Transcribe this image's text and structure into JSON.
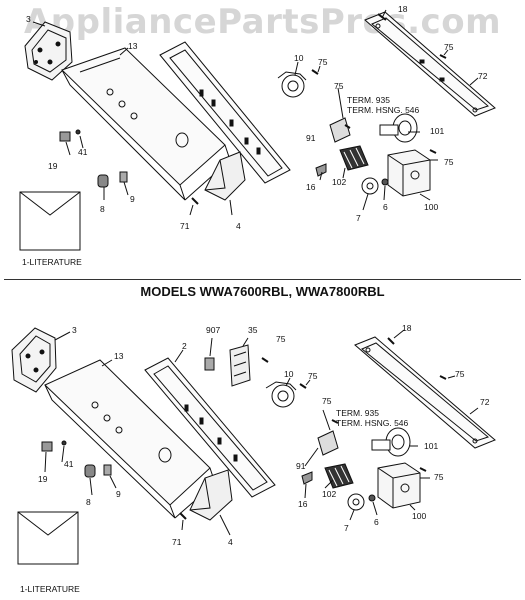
{
  "watermark": "AppliancePartsPros.com",
  "models_heading": "MODELS WWA7600RBL, WWA7800RBL",
  "literature_label": "1-LITERATURE",
  "term_935": "TERM. 935",
  "term_hsng_546": "TERM. HSNG. 546",
  "top_labels": {
    "p3": "3",
    "p13": "13",
    "p10": "10",
    "p75a": "75",
    "p18": "18",
    "p75b": "75",
    "p72": "72",
    "p75c": "75",
    "p91": "91",
    "p101": "101",
    "p75d": "75",
    "p16": "16",
    "p102": "102",
    "p19": "19",
    "p41": "41",
    "p8": "8",
    "p9": "9",
    "p71": "71",
    "p4": "4",
    "p7": "7",
    "p6": "6",
    "p100": "100"
  },
  "bottom_labels": {
    "p3": "3",
    "p907": "907",
    "p35": "35",
    "p75a": "75",
    "p18": "18",
    "p13": "13",
    "p2": "2",
    "p10": "10",
    "p75b": "75",
    "p75c": "75",
    "p72": "72",
    "p75d": "75",
    "p91": "91",
    "p101": "101",
    "p75e": "75",
    "p41": "41",
    "p19": "19",
    "p8": "8",
    "p9": "9",
    "p16": "16",
    "p102": "102",
    "p71": "71",
    "p4": "4",
    "p7": "7",
    "p6": "6",
    "p100": "100"
  }
}
